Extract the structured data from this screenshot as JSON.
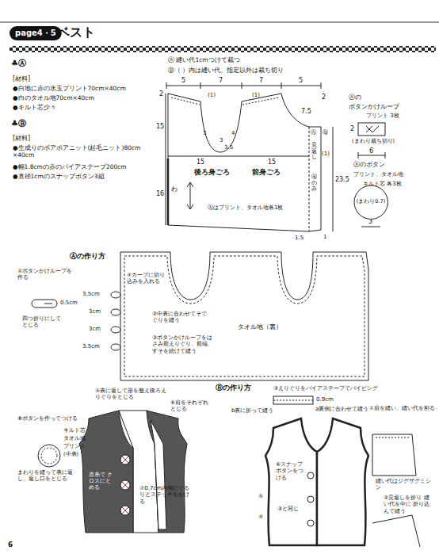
{
  "diagram": {
    "title": "ベスト",
    "nodes": [
      {
        "text": [
          "page4・5"
        ]
      },
      {
        "text": [
          "(まわり0.7)"
        ]
      }
    ],
    "labels": [
      "♣Ⓐ",
      "[材料]",
      "●白地に赤の水玉プリント70cm×40cm",
      "●白のタオル地70cm×40cm",
      "●キルト芯少々",
      "♣Ⓑ",
      "[材料]",
      "●生成りのボアポアニット(起毛ニット)80cm ×40cm",
      "●幅1.8cmの赤のバイアステープ200cm",
      "●直径1cmのスナップボタン3組",
      "Ⓐ 縫い代1cmつけて裁つ",
      "Ⓑ（ ）内は縫い代、指定以外は裁ち切り",
      "5",
      "7",
      "7",
      "5",
      "2",
      "(1)",
      "(1)",
      "2",
      "7.5",
      "15",
      "3",
      "3",
      "4",
      "3.5",
      "15",
      "15",
      "後ろ身ごろ",
      "前身ごろ",
      "16",
      "わ",
      "Ⓐはプリント、タオル地各1枚",
      "Ⓐ",
      "Ⓑ",
      "見返し",
      "Ⓑのみ",
      "(1)",
      "23.5",
      "1.5",
      "1",
      "Ⓐの",
      "ボタンかけループ",
      "プリント 3枚",
      "2",
      "(まわり裁ち切り)",
      "6",
      "Ⓐのボタン",
      "プリント、タオル地",
      "キルト芯 各3枚",
      "3",
      "Ⓐの作り方",
      "①ボタンかけループを作る",
      "0.5cm",
      "四つ折りにしてとじる",
      "3.5cm",
      "3cm",
      "3cm",
      "3.5cm",
      "④カーブに切り込みを入れる",
      "②中表に合わせてそでぐりを縫う",
      "③ボタンかけループをはさみ前えりぐり、前端、すそを続けて縫う",
      "タオル地（裏）",
      "⑤表に返して形を整え後ろえりぐりをとじる",
      "⑥肩をそれぞれとじる",
      "⑧ボタンを作ってつける",
      "キルト芯",
      "タオル地",
      "プリント",
      "(中表)",
      "まわりを縫って表に返し、返し口をとじる",
      "赤糸で クロスにとめる",
      "⑦0.7cm内側にぐるりとステッチをかける",
      "Ⓑの作り方",
      "③えりぐりをバイアステープでパイピング",
      "0.9cm",
      "a裏側に合わせて縫う",
      "b表に折って縫う",
      "⑥スナップボタンをつける",
      "⑤",
      "④",
      "③と同じ",
      "①肩を縫い、縫い代を割る",
      "縫い代はジグザグミシン",
      "②見返しを折り 縫い代を中に 折り込んで縫う",
      "6"
    ]
  }
}
